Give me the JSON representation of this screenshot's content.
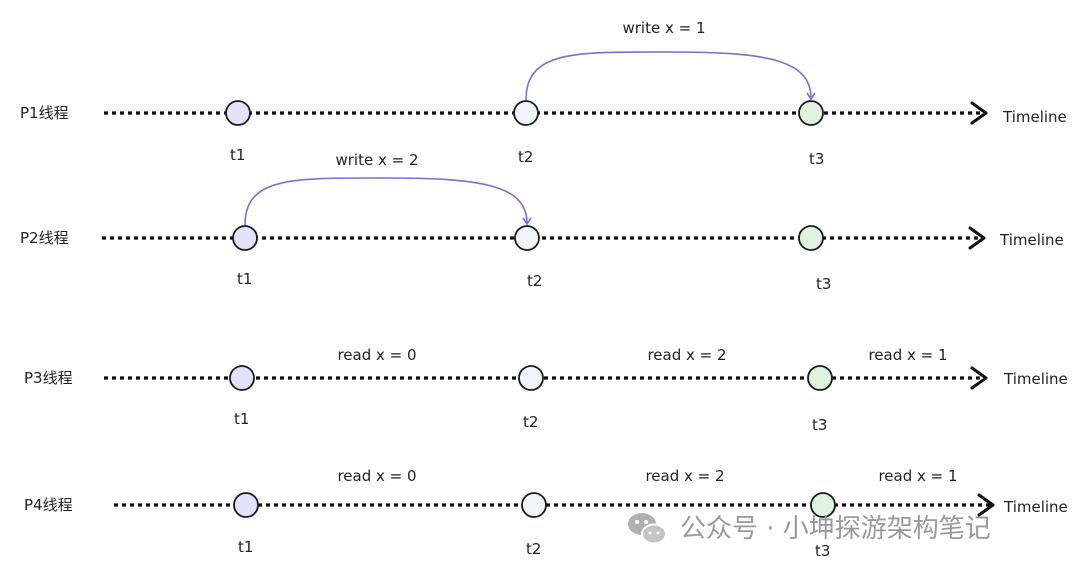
{
  "rows": [
    {
      "label": "P1线程",
      "timeline": "Timeline",
      "times": [
        "t1",
        "t2",
        "t3"
      ],
      "ops": [
        {
          "text": "write x = 1",
          "type": "write",
          "from": 1,
          "to": 2
        }
      ]
    },
    {
      "label": "P2线程",
      "timeline": "Timeline",
      "times": [
        "t1",
        "t2",
        "t3"
      ],
      "ops": [
        {
          "text": "write x = 2",
          "type": "write",
          "from": 0,
          "to": 1
        }
      ]
    },
    {
      "label": "P3线程",
      "timeline": "Timeline",
      "times": [
        "t1",
        "t2",
        "t3"
      ],
      "ops": [
        {
          "text": "read x = 0",
          "type": "read",
          "slot": 0
        },
        {
          "text": "read x = 2",
          "type": "read",
          "slot": 1
        },
        {
          "text": "read x = 1",
          "type": "read",
          "slot": 2
        }
      ]
    },
    {
      "label": "P4线程",
      "timeline": "Timeline",
      "times": [
        "t1",
        "t2",
        "t3"
      ],
      "ops": [
        {
          "text": "read x = 0",
          "type": "read",
          "slot": 0
        },
        {
          "text": "read x = 2",
          "type": "read",
          "slot": 1
        },
        {
          "text": "read x = 1",
          "type": "read",
          "slot": 2
        }
      ]
    }
  ],
  "watermark": "公众号 · 小坤探游架构笔记",
  "colors": {
    "node_t1": "#e4e1fa",
    "node_t2": "#f1f3fb",
    "node_t3": "#dff3e0",
    "arc": "#7c6fd0",
    "line": "#111111"
  },
  "icons": {
    "watermark": "wechat-icon"
  }
}
